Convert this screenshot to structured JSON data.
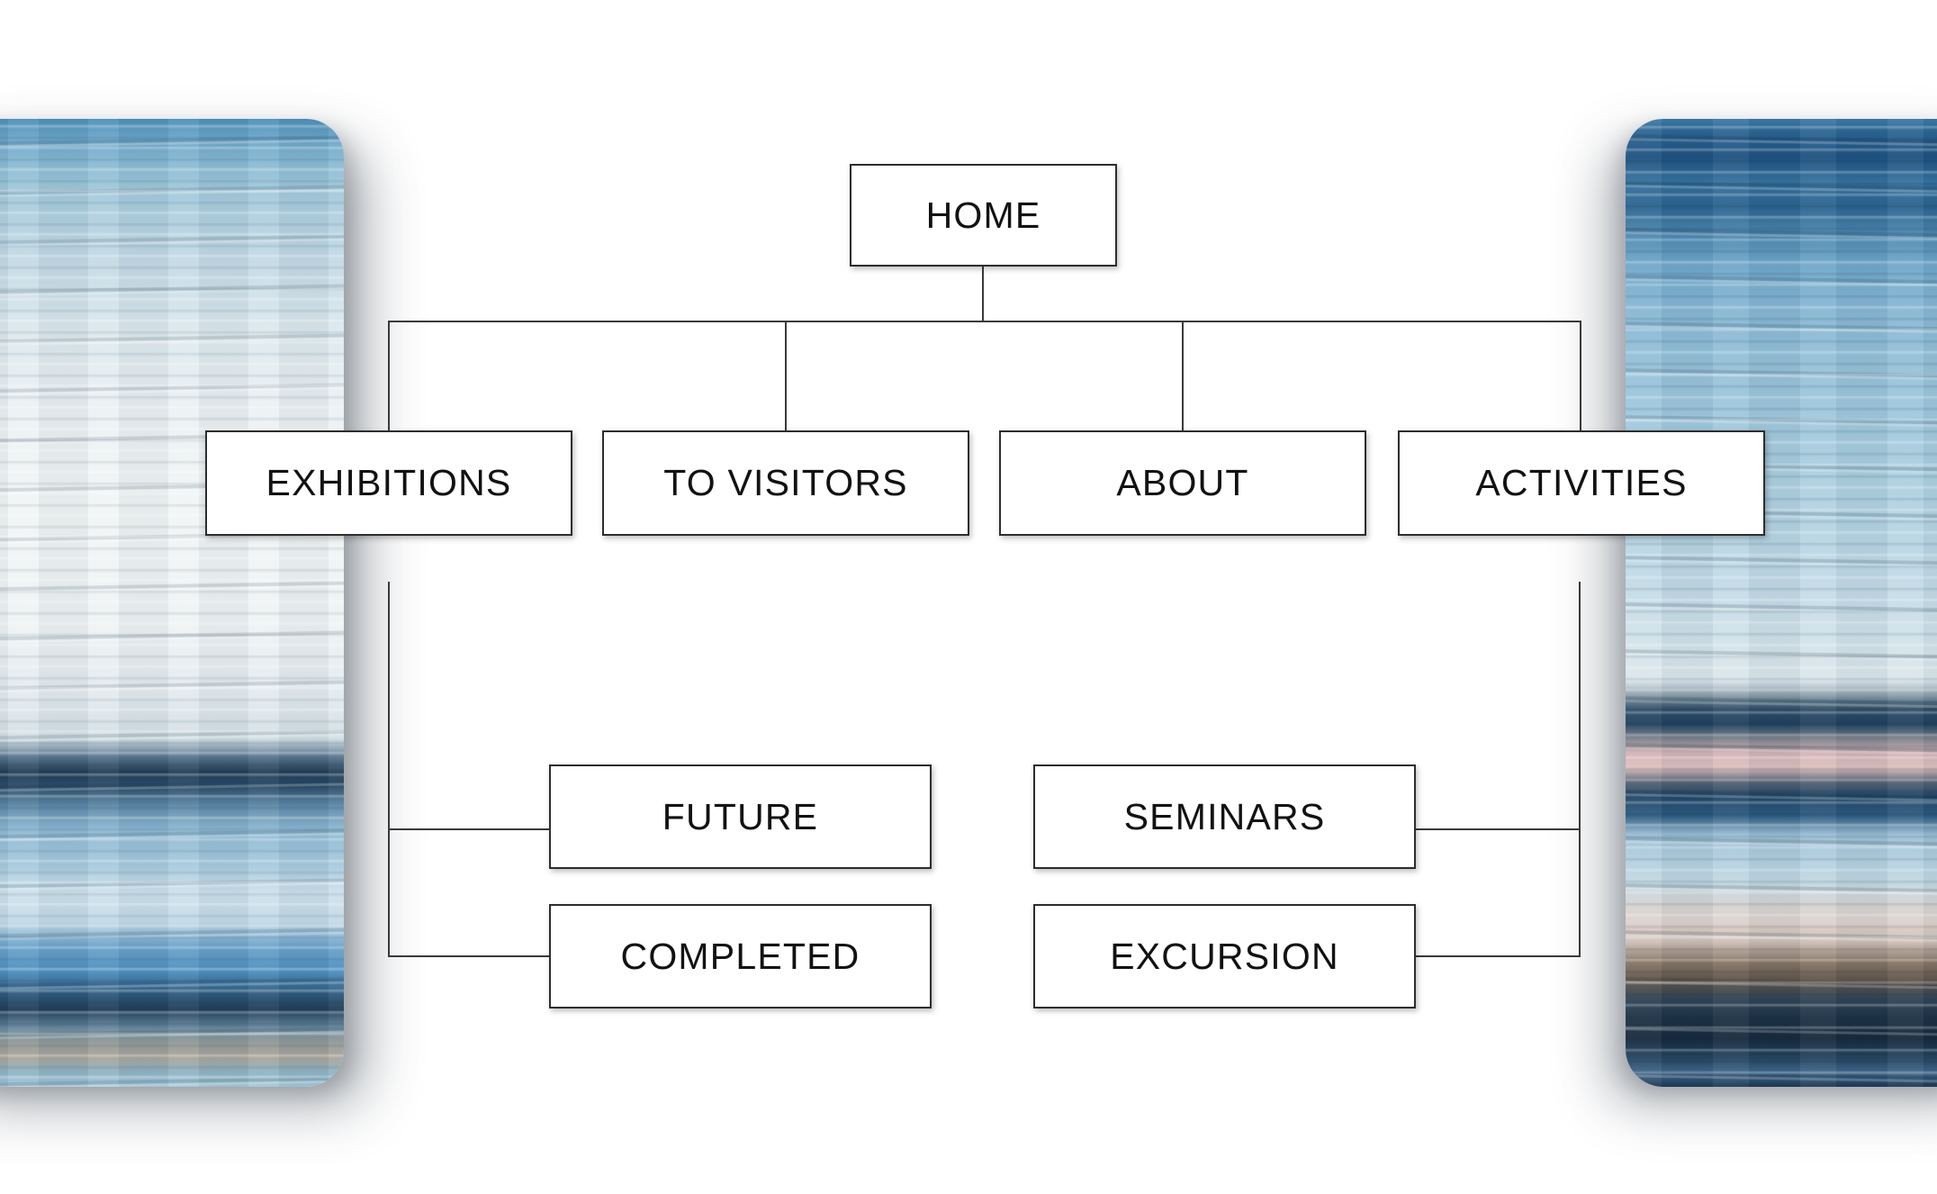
{
  "page": {
    "background": "#ffffff"
  },
  "colors": {
    "box_border": "#2d2d2d",
    "connector": "#3a3a3a",
    "text": "#121212",
    "background": "#ffffff"
  },
  "sitemap": {
    "root": {
      "label": "HOME"
    },
    "sections": [
      {
        "id": "exhibitions",
        "label": "EXHIBITIONS"
      },
      {
        "id": "to-visitors",
        "label": "TO VISITORS"
      },
      {
        "id": "about",
        "label": "ABOUT"
      },
      {
        "id": "activities",
        "label": "ACTIVITIES"
      }
    ],
    "exhibitions_children": [
      {
        "label": "FUTURE"
      },
      {
        "label": "COMPLETED"
      }
    ],
    "activities_children": [
      {
        "label": "SEMINARS"
      },
      {
        "label": "EXCURSION"
      }
    ]
  },
  "decor": {
    "left_artwork": "abstract-seascape-painting",
    "right_artwork": "abstract-seascape-painting"
  }
}
